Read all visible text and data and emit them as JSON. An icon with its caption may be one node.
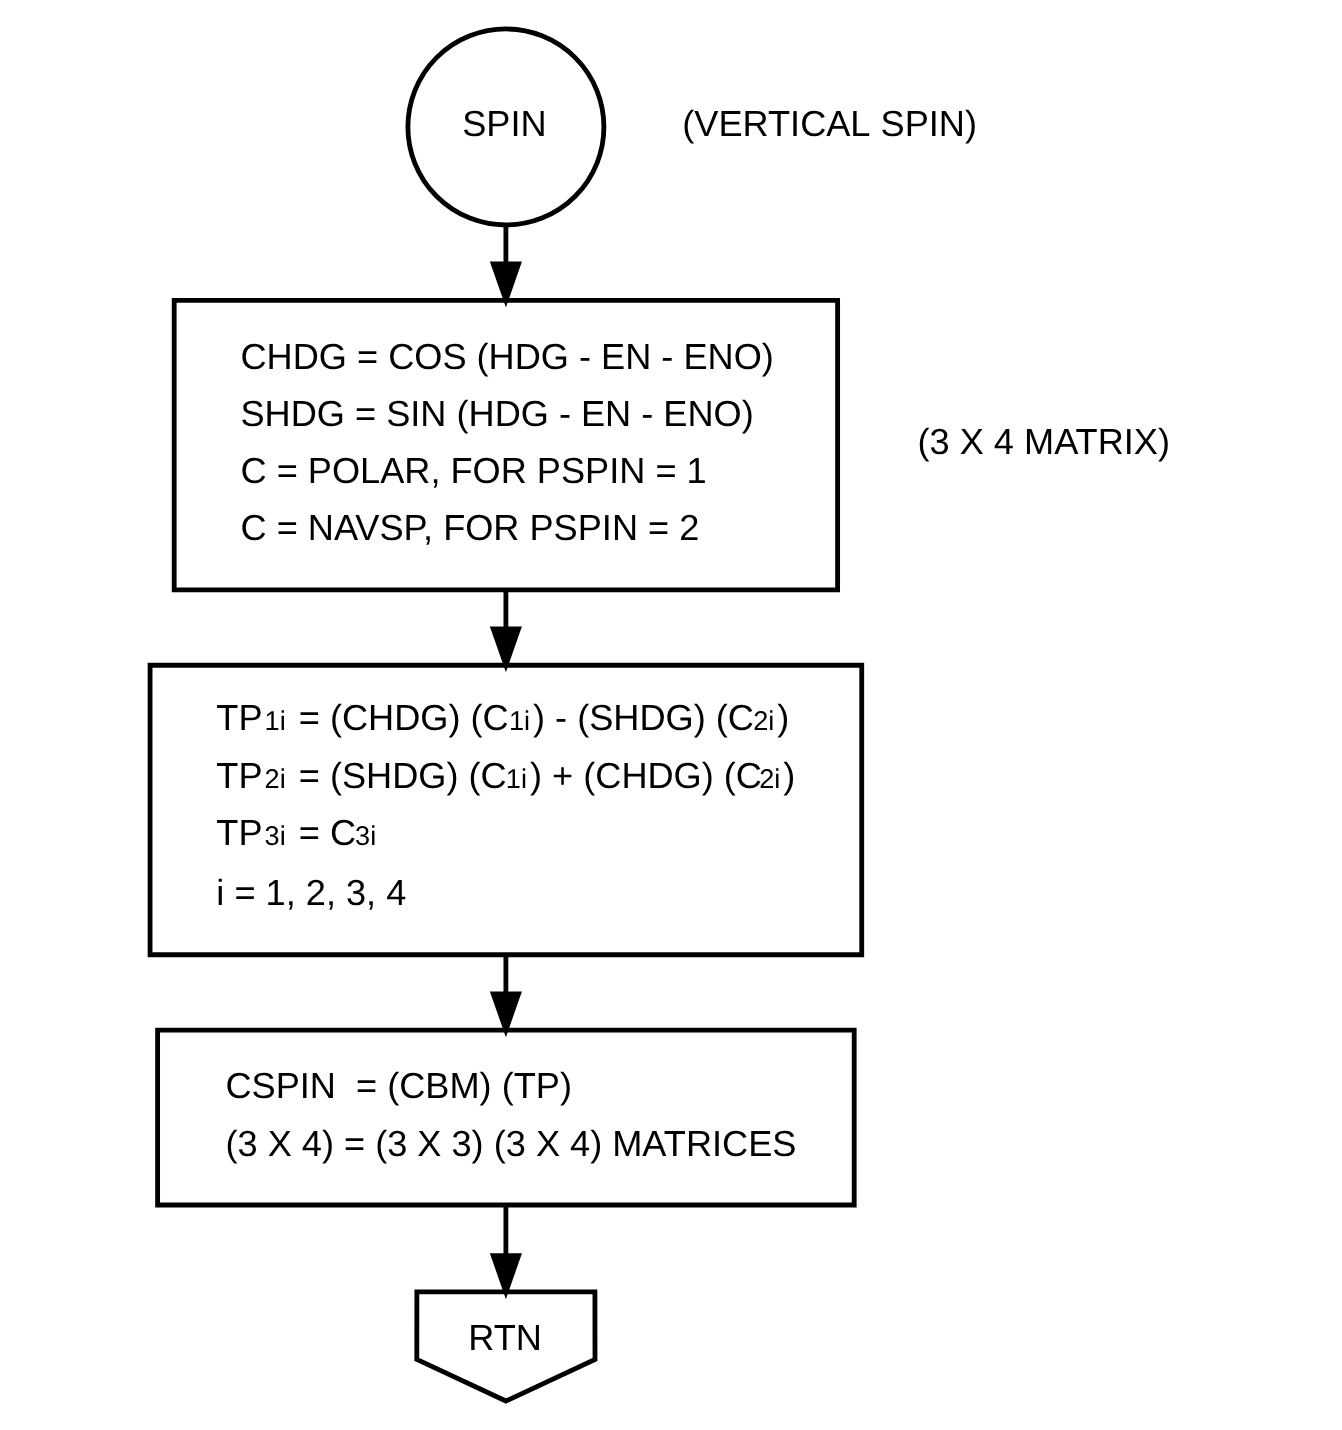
{
  "diagram": {
    "nodes": [
      {
        "text": [
          "SPIN"
        ],
        "beside": [
          "(VERTICAL SPIN)"
        ]
      },
      {
        "text": [
          "CHDG = COS (HDG - EN - ENO)",
          "SHDG = SIN (HDG - EN - ENO)",
          "C = POLAR, FOR PSPIN = 1",
          "C = NAVSP, FOR PSPIN = 2"
        ],
        "beside": [
          "(3 X 4 MATRIX)"
        ]
      },
      {
        "text": [
          "TP$_{1i}$ = (CHDG) (C$_{1i}$) - (SHDG) (C$_{2i}$)",
          "TP$_{2i}$ = (SHDG) (C$_{1i}$) + (CHDG) (C$_{2i}$)",
          "TP$_{3i}$ = C$_{3i}$",
          "i = 1, 2, 3, 4"
        ]
      },
      {
        "text": [
          "CSPIN  = (CBM) (TP)",
          "(3 X 4) = (3 X 3) (3 X 4) MATRICES"
        ]
      },
      {
        "text": [
          "RTN"
        ]
      }
    ],
    "edges": [
      {
        "from": 0,
        "to": 1,
        "arrow": "to"
      },
      {
        "from": 1,
        "to": 2,
        "arrow": "to"
      },
      {
        "from": 2,
        "to": 3,
        "arrow": "to"
      },
      {
        "from": 3,
        "to": 4,
        "arrow": "to"
      }
    ]
  }
}
